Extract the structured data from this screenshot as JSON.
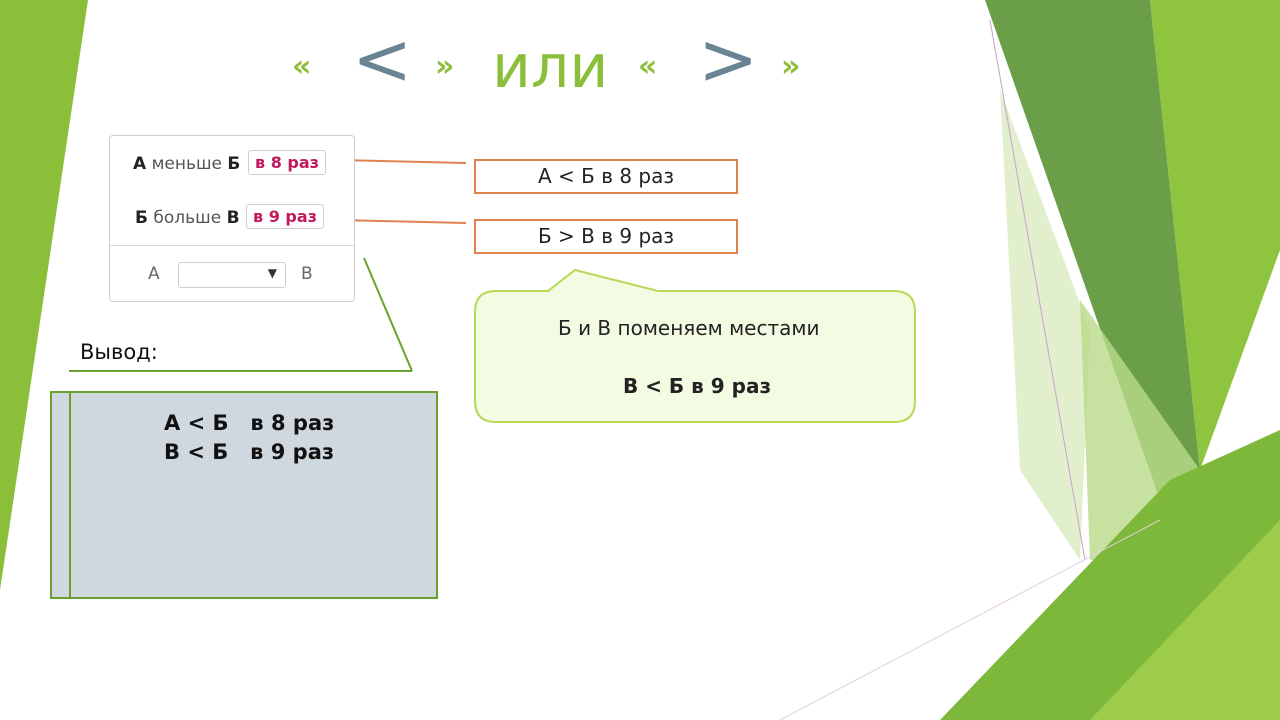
{
  "title": {
    "open_quote": "«",
    "close_quote": "»",
    "less_symbol": "<",
    "conjunction": "или",
    "greater_symbol": ">"
  },
  "widget": {
    "row1": {
      "subject": "А",
      "relation": "меньше",
      "object": "Б",
      "tag": "в 8 раз"
    },
    "row2": {
      "subject": "Б",
      "relation": "больше",
      "object": "В",
      "tag": "в 9 раз"
    },
    "left_label": "А",
    "right_label": "В",
    "select_value": "",
    "arrow": "▼"
  },
  "callouts": {
    "box1": "А < Б в 8 раз",
    "box2": "Б > В в 9 раз"
  },
  "bubble": {
    "line1": "Б и В поменяем местами",
    "line2": "В < Б в 9 раз"
  },
  "output": {
    "label": "Вывод:",
    "lines": [
      "А < Б   в 8 раз",
      "В < Б   в 9 раз"
    ]
  },
  "colors": {
    "accent_green": "#8bbf3a",
    "symbol_gray": "#6a8494",
    "tag_red": "#c2185b",
    "callout_orange": "#e08050",
    "output_bg": "#cfd8df"
  }
}
